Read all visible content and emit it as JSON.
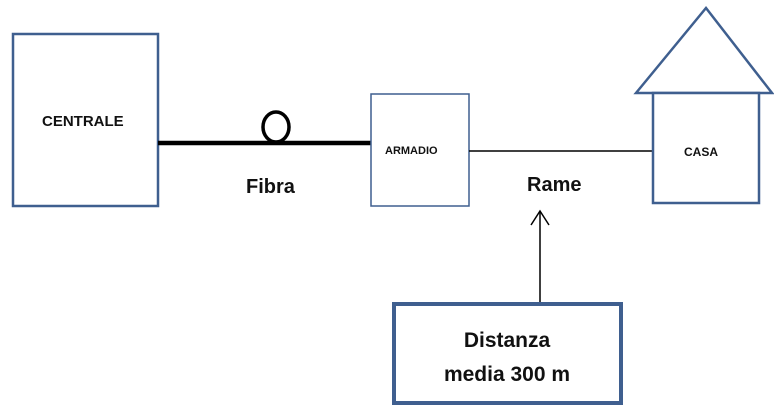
{
  "nodes": {
    "centrale": "CENTRALE",
    "armadio": "ARMADIO",
    "casa": "CASA"
  },
  "links": {
    "fibra": "Fibra",
    "rame": "Rame"
  },
  "callout": {
    "line1": "Distanza",
    "line2": "media 300 m"
  },
  "colors": {
    "box_border": "#3f5f8f",
    "line": "#000000",
    "text": "#111111"
  }
}
